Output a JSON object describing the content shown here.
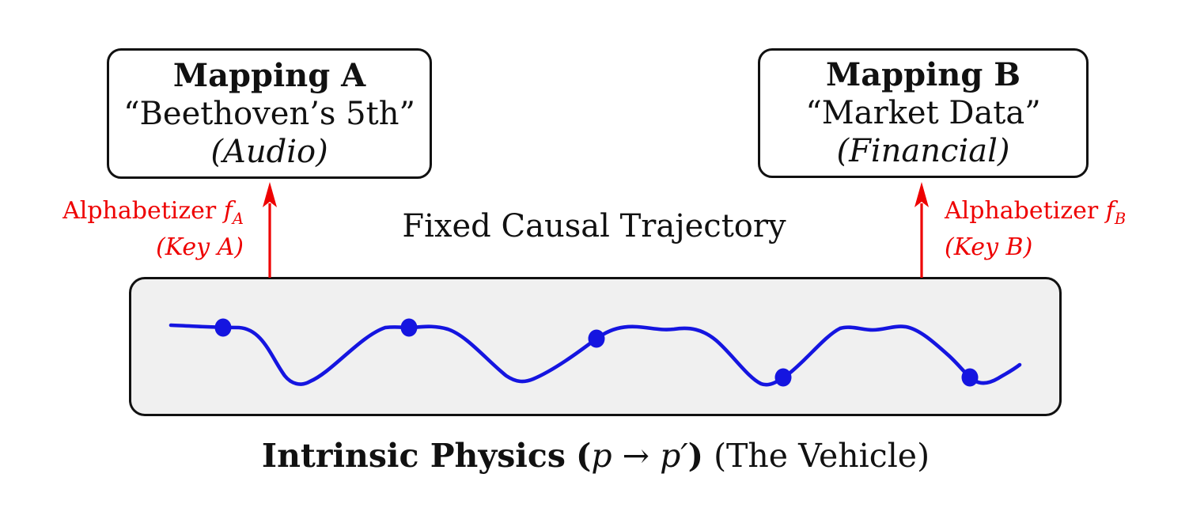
{
  "colors": {
    "red": "#ee0000",
    "blue": "#1515e0",
    "ink": "#111111",
    "vehicle_fill": "#f0f0f0"
  },
  "mapping_a": {
    "title": "Mapping A",
    "subtitle": "“Beethoven’s 5th”",
    "type": "(Audio)"
  },
  "mapping_b": {
    "title": "Mapping B",
    "subtitle": "“Market Data”",
    "type": "(Financial)"
  },
  "alphabetizer_a": {
    "prefix": "Alphabetizer",
    "symbol": "f",
    "subscript": "A",
    "key": "(Key A)"
  },
  "alphabetizer_b": {
    "prefix": "Alphabetizer",
    "symbol": "f",
    "subscript": "B",
    "key": "(Key B)"
  },
  "center_title": "Fixed Causal Trajectory",
  "caption": {
    "bold_text": "Intrinsic Physics",
    "paren_open": "(",
    "p_from": "p",
    "arrow": "→",
    "p_to": "p",
    "prime": "′",
    "paren_close": ")",
    "suffix": " (The Vehicle)"
  },
  "trajectory": {
    "dots": [
      [
        282,
        414
      ],
      [
        517,
        414
      ],
      [
        754,
        428
      ],
      [
        990,
        477
      ],
      [
        1226,
        477
      ]
    ]
  }
}
